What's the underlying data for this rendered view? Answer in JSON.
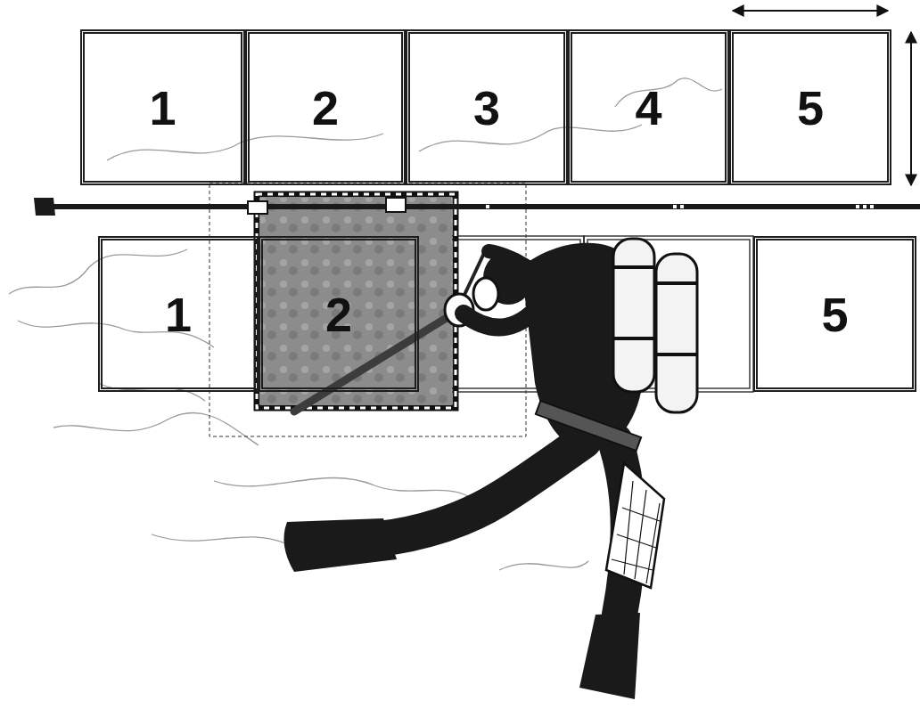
{
  "diagram": {
    "nodes": [
      {
        "text": [
          "1"
        ]
      },
      {
        "text": [
          "2"
        ]
      },
      {
        "text": [
          "3"
        ]
      },
      {
        "text": [
          "4"
        ]
      },
      {
        "text": [
          "5"
        ]
      },
      {
        "text": [
          "1"
        ]
      },
      {
        "text": [
          "2"
        ]
      },
      {
        "text": [
          "5"
        ]
      }
    ]
  }
}
